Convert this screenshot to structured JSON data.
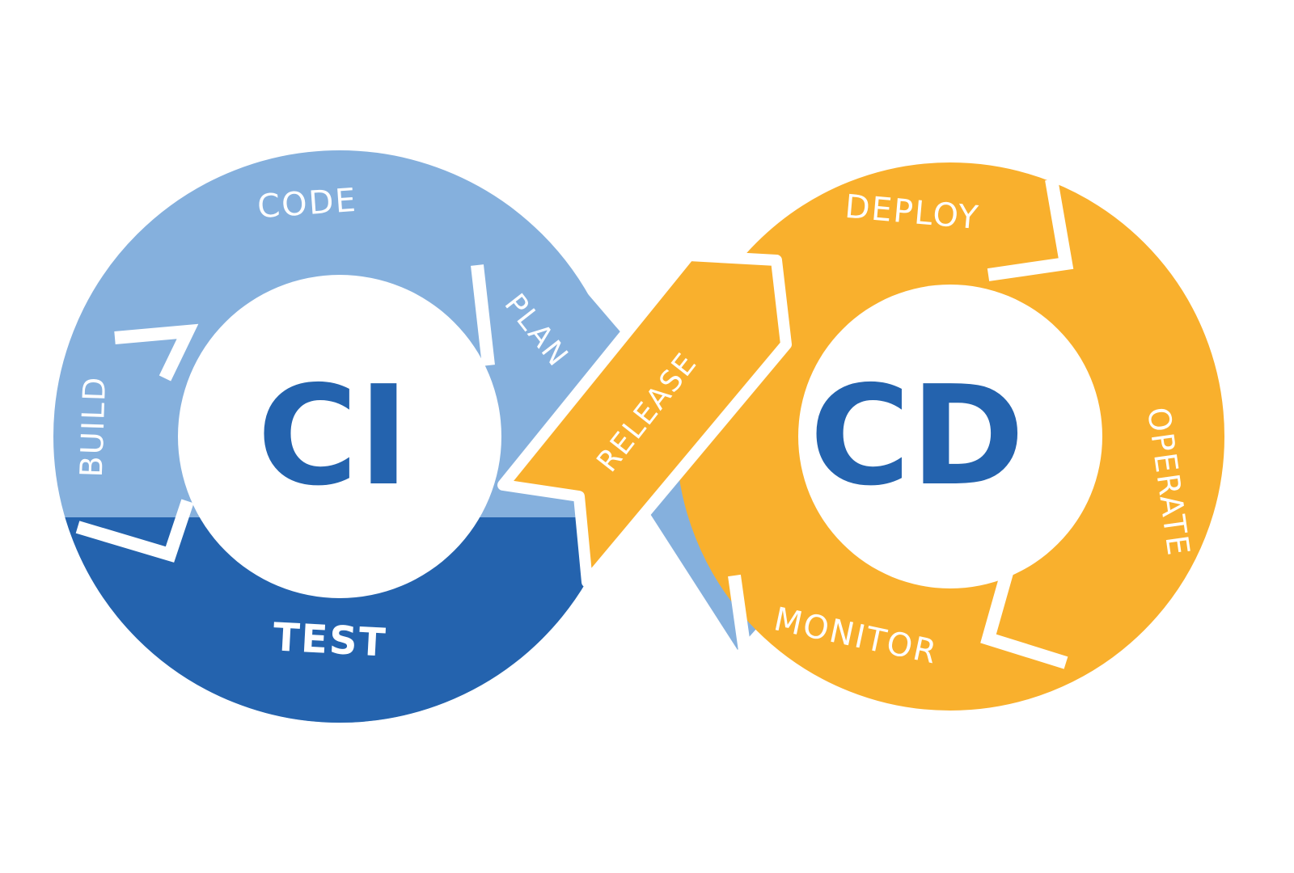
{
  "colors": {
    "light_blue": "#85b0dd",
    "dark_blue": "#2463ae",
    "orange": "#f9b02d",
    "white": "#ffffff"
  },
  "ci": {
    "center_label": "CI",
    "stages": {
      "code": "CODE",
      "build": "BUILD",
      "test": "TEST",
      "plan": "PLAN"
    }
  },
  "cd": {
    "center_label": "CD",
    "stages": {
      "release": "RELEASE",
      "deploy": "DEPLOY",
      "operate": "OPERATE",
      "monitor": "MONITOR"
    }
  }
}
